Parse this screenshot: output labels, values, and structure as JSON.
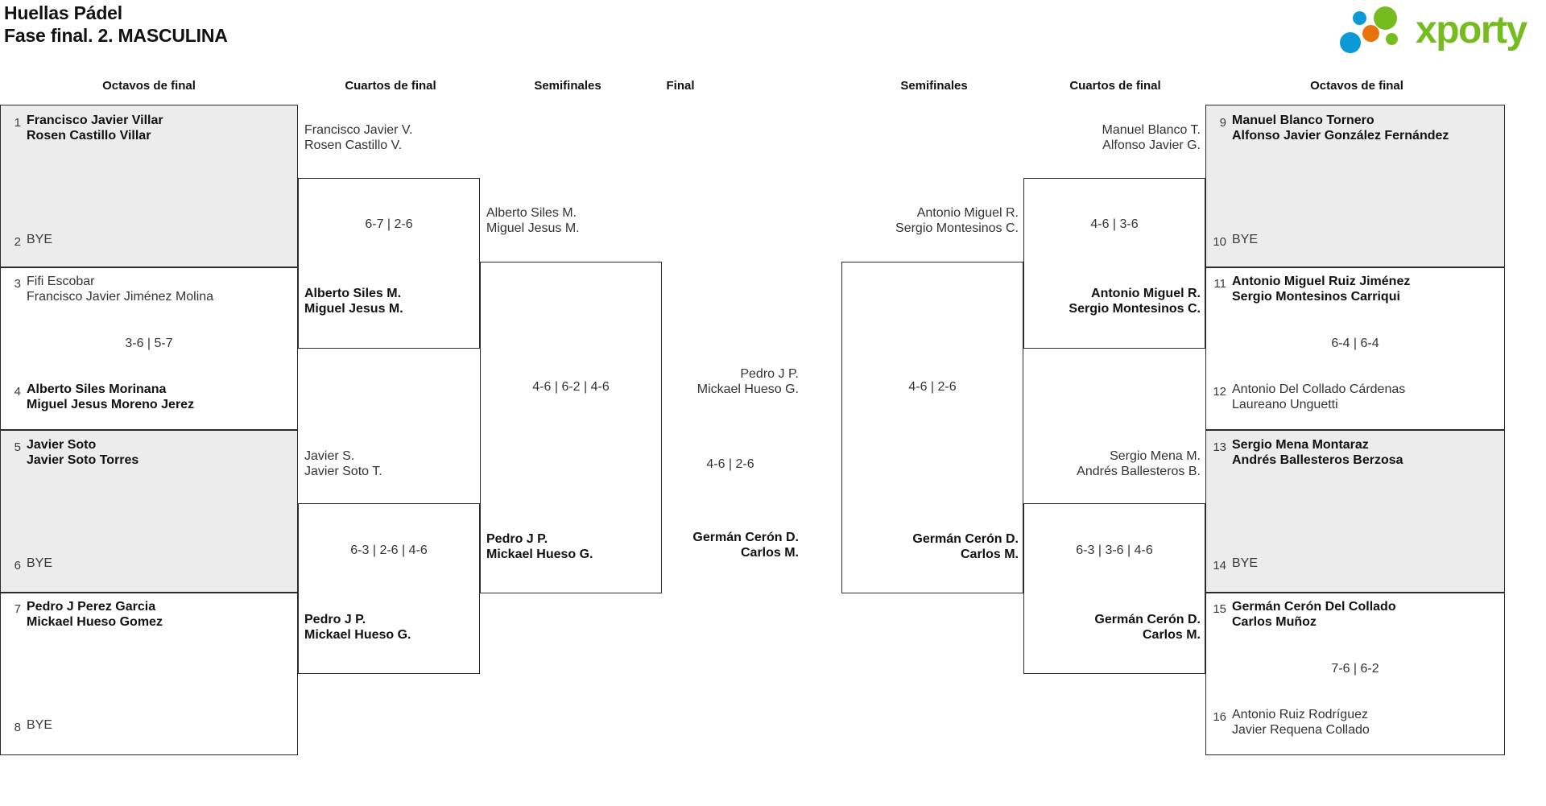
{
  "header": {
    "tournament": "Huellas Pádel",
    "phase": "Fase final. 2. MASCULINA",
    "logo_text": "xporty",
    "logo_colors": {
      "green": "#76bc21",
      "orange": "#e8730c",
      "blue": "#0b9ad6"
    }
  },
  "round_headers": {
    "l_octavos": "Octavos de final",
    "l_cuartos": "Cuartos de final",
    "l_semis": "Semifinales",
    "final": "Final",
    "r_semis": "Semifinales",
    "r_cuartos": "Cuartos de final",
    "r_octavos": "Octavos de final"
  },
  "left_octavos": {
    "m1": {
      "top": {
        "seed": "1",
        "p1": "Francisco Javier Villar",
        "p2": "Rosen Castillo Villar",
        "winner": true
      },
      "bottom": {
        "seed": "2",
        "bye": "BYE"
      },
      "score": "",
      "shaded": true
    },
    "m2": {
      "top": {
        "seed": "3",
        "p1": "Fifi Escobar",
        "p2": "Francisco Javier Jiménez Molina",
        "winner": false
      },
      "bottom": {
        "seed": "4",
        "p1": "Alberto Siles Morinana",
        "p2": "Miguel Jesus Moreno Jerez",
        "winner": true
      },
      "score": "3-6 | 5-7",
      "shaded": false
    },
    "m3": {
      "top": {
        "seed": "5",
        "p1": "Javier Soto",
        "p2": "Javier Soto Torres",
        "winner": true
      },
      "bottom": {
        "seed": "6",
        "bye": "BYE"
      },
      "score": "",
      "shaded": true
    },
    "m4": {
      "top": {
        "seed": "7",
        "p1": "Pedro J Perez Garcia",
        "p2": "Mickael Hueso Gomez",
        "winner": true
      },
      "bottom": {
        "seed": "8",
        "bye": "BYE"
      },
      "score": "",
      "shaded": false
    }
  },
  "left_cuartos": {
    "m1": {
      "top": {
        "p1": "Francisco Javier V.",
        "p2": "Rosen Castillo V.",
        "winner": false
      },
      "bottom": {
        "p1": "Alberto Siles M.",
        "p2": "Miguel Jesus M.",
        "winner": true
      },
      "score": "6-7 | 2-6"
    },
    "m2": {
      "top": {
        "p1": "Javier S.",
        "p2": "Javier Soto T.",
        "winner": false
      },
      "bottom": {
        "p1": "Pedro J P.",
        "p2": "Mickael Hueso G.",
        "winner": true
      },
      "score": "6-3 | 2-6 | 4-6"
    }
  },
  "left_semis": {
    "m1": {
      "top": {
        "p1": "Alberto Siles M.",
        "p2": "Miguel Jesus M.",
        "winner": false
      },
      "bottom": {
        "p1": "Pedro J P.",
        "p2": "Mickael Hueso G.",
        "winner": true
      },
      "score": "4-6 | 6-2 | 4-6"
    }
  },
  "final": {
    "top": {
      "p1": "Pedro J P.",
      "p2": "Mickael Hueso G.",
      "winner": false
    },
    "bottom": {
      "p1": "Germán Cerón D.",
      "p2": "Carlos M.",
      "winner": true
    },
    "score": "4-6 | 2-6"
  },
  "right_semis": {
    "m1": {
      "top": {
        "p1": "Antonio Miguel R.",
        "p2": "Sergio Montesinos C.",
        "winner": false
      },
      "bottom": {
        "p1": "Germán Cerón D.",
        "p2": "Carlos M.",
        "winner": true
      },
      "score": "4-6 | 2-6"
    }
  },
  "right_cuartos": {
    "m1": {
      "top": {
        "p1": "Manuel Blanco T.",
        "p2": "Alfonso Javier G.",
        "winner": false
      },
      "bottom": {
        "p1": "Antonio Miguel R.",
        "p2": "Sergio Montesinos C.",
        "winner": true
      },
      "score": "4-6 | 3-6"
    },
    "m2": {
      "top": {
        "p1": "Sergio Mena M.",
        "p2": "Andrés Ballesteros B.",
        "winner": false
      },
      "bottom": {
        "p1": "Germán Cerón D.",
        "p2": "Carlos M.",
        "winner": true
      },
      "score": "6-3 | 3-6 | 4-6"
    }
  },
  "right_octavos": {
    "m1": {
      "top": {
        "seed": "9",
        "p1": "Manuel Blanco Tornero",
        "p2": "Alfonso Javier González Fernández",
        "winner": true
      },
      "bottom": {
        "seed": "10",
        "bye": "BYE"
      },
      "score": "",
      "shaded": true
    },
    "m2": {
      "top": {
        "seed": "11",
        "p1": "Antonio Miguel Ruiz Jiménez",
        "p2": "Sergio Montesinos Carriqui",
        "winner": true
      },
      "bottom": {
        "seed": "12",
        "p1": "Antonio Del Collado Cárdenas",
        "p2": "Laureano Unguetti",
        "winner": false
      },
      "score": "6-4 | 6-4",
      "shaded": false
    },
    "m3": {
      "top": {
        "seed": "13",
        "p1": "Sergio Mena Montaraz",
        "p2": "Andrés Ballesteros Berzosa",
        "winner": true
      },
      "bottom": {
        "seed": "14",
        "bye": "BYE"
      },
      "score": "",
      "shaded": true
    },
    "m4": {
      "top": {
        "seed": "15",
        "p1": "Germán Cerón Del Collado",
        "p2": "Carlos Muñoz",
        "winner": true
      },
      "bottom": {
        "seed": "16",
        "p1": "Antonio Ruiz Rodríguez",
        "p2": "Javier Requena Collado",
        "winner": false
      },
      "score": "7-6 | 6-2",
      "shaded": false
    }
  }
}
